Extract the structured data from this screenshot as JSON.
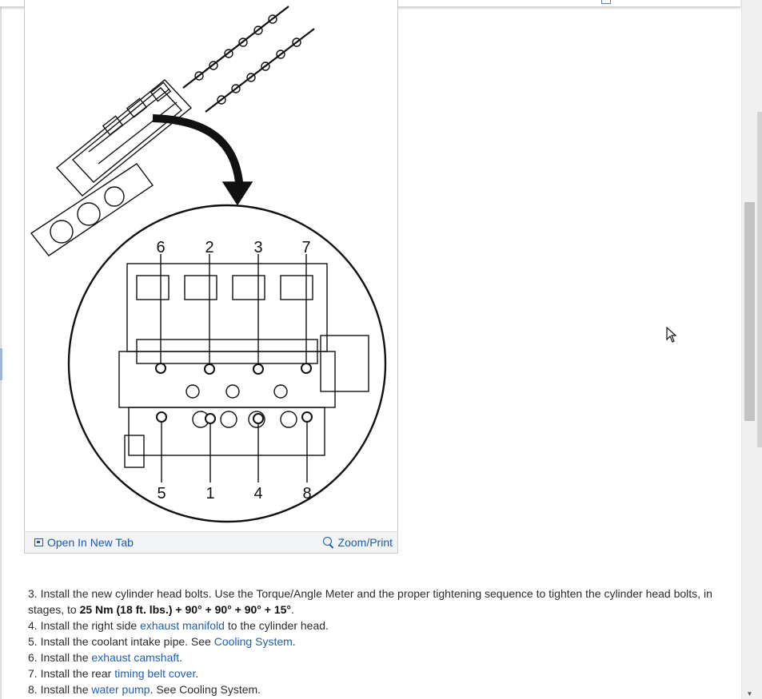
{
  "figure": {
    "callouts_top": [
      "6",
      "2",
      "3",
      "7"
    ],
    "callouts_bottom": [
      "5",
      "1",
      "4",
      "8"
    ],
    "toolbar": {
      "open_label": "Open In New Tab",
      "zoom_label": "Zoom/Print"
    }
  },
  "steps": [
    {
      "num": "3.",
      "text_a": "Install the new cylinder head bolts. Use the Torque/Angle Meter and the proper tightening sequence to tighten the cylinder head bolts, in stages, to ",
      "bold": "25 Nm (18 ft. lbs.) + 90° + 90° + 90° + 15°",
      "text_b": "."
    },
    {
      "num": "4.",
      "pre": "Install the right side ",
      "link": "exhaust manifold",
      "post": " to the cylinder head."
    },
    {
      "num": "5.",
      "pre": "Install the coolant intake pipe. See ",
      "link": "Cooling System",
      "post": "."
    },
    {
      "num": "6.",
      "pre": "Install the ",
      "link": "exhaust camshaft",
      "post": "."
    },
    {
      "num": "7.",
      "pre": "Install the rear ",
      "link": "timing belt cover",
      "post": "."
    },
    {
      "num": "8.",
      "pre": "Install the ",
      "link": "water pump",
      "post": ". See Cooling System."
    }
  ],
  "colors": {
    "link": "#1f5fae",
    "toolbar_bg": "#f2f3f5",
    "scroll_thumb": "#c2c2c2"
  },
  "icons": [
    "open-new-tab-icon",
    "zoom-print-icon",
    "mouse-cursor-icon",
    "scroll-down-arrow-icon"
  ]
}
